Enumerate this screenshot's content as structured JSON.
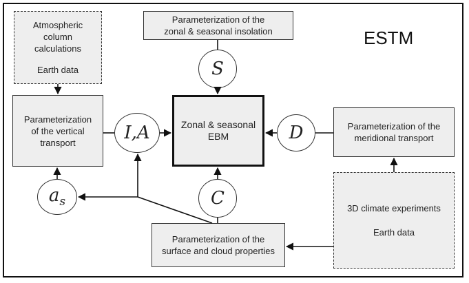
{
  "title": "ESTM",
  "boxes": {
    "atmospheric": {
      "line1": "Atmospheric",
      "line2": "column",
      "line3": "calculations",
      "line4": "Earth data"
    },
    "insolation": {
      "line1": "Parameterization of the",
      "line2": "zonal & seasonal insolation"
    },
    "vertical": {
      "line1": "Parameterization",
      "line2": "of the vertical",
      "line3": "transport"
    },
    "ebm": {
      "line1": "Zonal & seasonal",
      "line2": "EBM"
    },
    "meridional": {
      "line1": "Parameterization of the",
      "line2": "meridional transport"
    },
    "climate": {
      "line1": "3D climate experiments",
      "line2": "Earth data"
    },
    "surface": {
      "line1": "Parameterization of the",
      "line2": "surface and cloud properties"
    }
  },
  "nodes": {
    "S": "S",
    "IA": "I,A",
    "D": "D",
    "C": "C",
    "as_base": "a",
    "as_sub": "s"
  }
}
